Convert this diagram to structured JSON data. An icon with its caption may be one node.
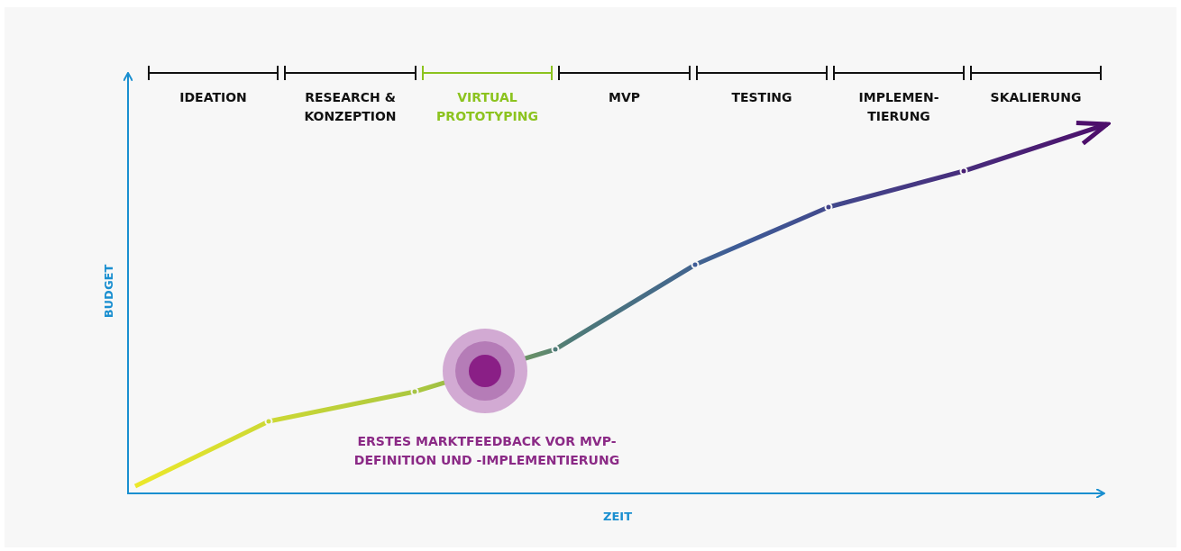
{
  "diagram": {
    "labels": [
      "IDEATION",
      "RESEARCH & KONZEPTION",
      "VIRTUAL PROTOTYPING",
      "MVP",
      "TESTING",
      "IMPLEMEN- TIERUNG",
      "SKALIERUNG",
      "BUDGET",
      "ERSTES MARKTFEEDBACK VOR MVP-DEFINITION UND -IMPLEMENTIERUNG",
      "ZEIT"
    ]
  }
}
